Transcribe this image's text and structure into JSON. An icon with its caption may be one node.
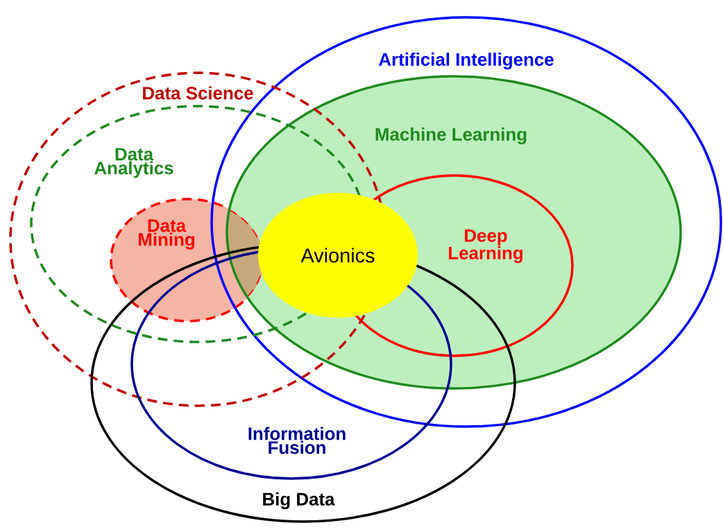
{
  "diagram": {
    "nodes": [
      {
        "text": [
          "Data Science"
        ]
      },
      {
        "text": [
          "Data Analytics"
        ],
        "in": 0
      },
      {
        "text": [
          "Data Mining"
        ],
        "in": 1
      },
      {
        "text": [
          "Artificial Intelligence"
        ]
      },
      {
        "text": [
          "Machine Learning"
        ],
        "in": 3
      },
      {
        "text": [
          "Deep Learning"
        ],
        "in": 4
      },
      {
        "text": [
          "Avionics"
        ],
        "in": 4
      },
      {
        "text": [
          "Big Data"
        ]
      },
      {
        "text": [
          "Information Fusion"
        ],
        "in": 7
      }
    ]
  }
}
